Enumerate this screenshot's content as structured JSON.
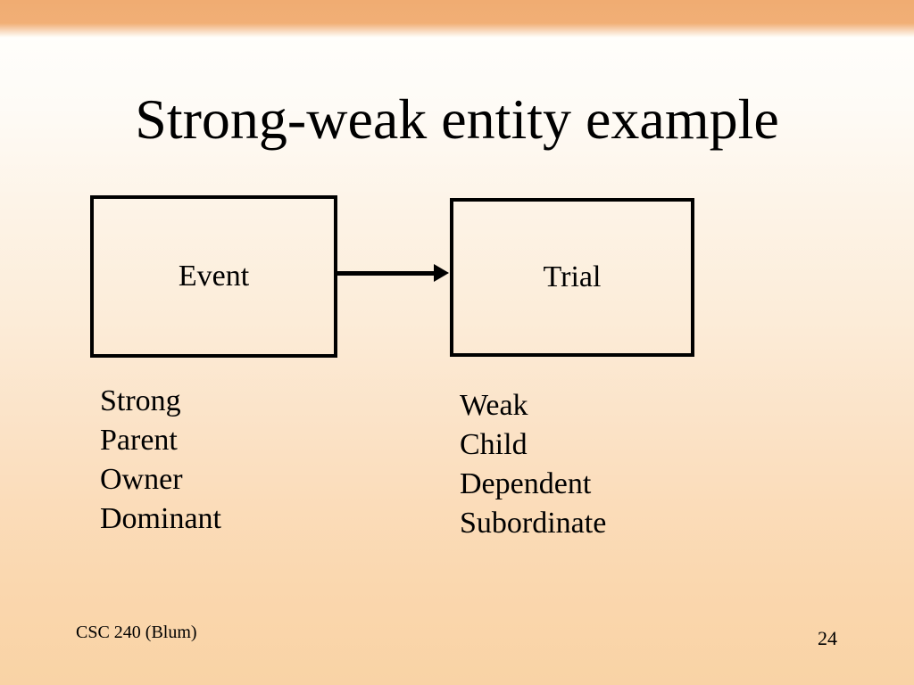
{
  "slide": {
    "title": "Strong-weak entity example",
    "diagram": {
      "strong_entity": "Event",
      "weak_entity": "Trial",
      "arrow": "strong-to-weak"
    },
    "strong_list": [
      "Strong",
      "Parent",
      "Owner",
      "Dominant"
    ],
    "weak_list": [
      "Weak",
      "Child",
      "Dependent",
      "Subordinate"
    ],
    "footer": {
      "course": "CSC 240 (Blum)",
      "slide_number": "24"
    },
    "colors": {
      "top_band": "#f1ae74",
      "bottom_peach": "#f9d3a5",
      "text": "#000000",
      "box_border": "#000000"
    }
  }
}
